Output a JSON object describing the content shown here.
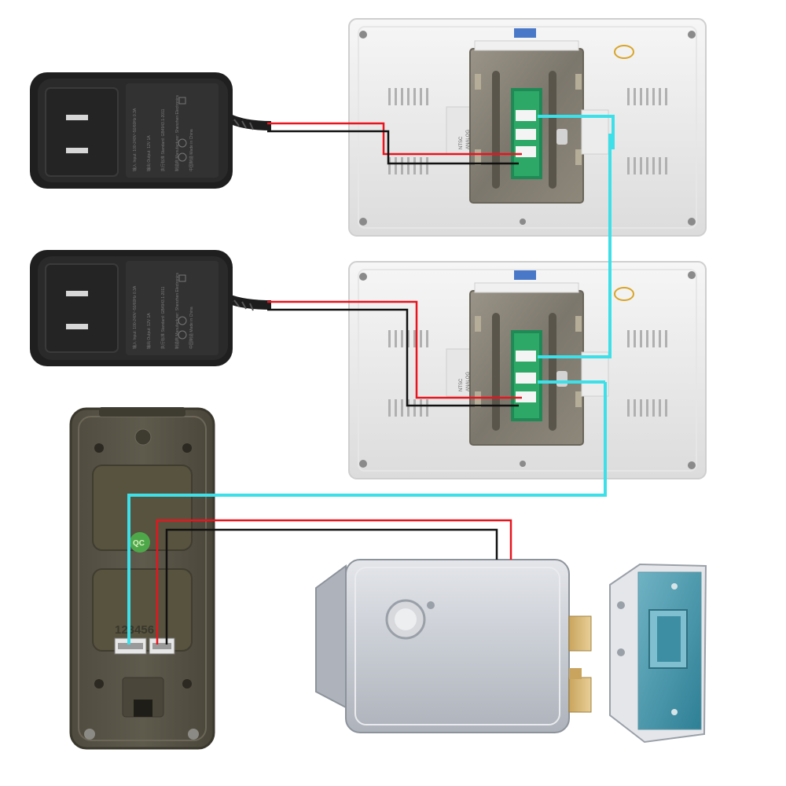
{
  "adapter_label": {
    "line1": "输入 Input: 100-240V~50/60Hz 0.3A",
    "line2": "输出 Output: 12V 1A",
    "line3": "执行标准 Standard: GB4943.1-2011",
    "line4": "制造商 Manufacturer: Shenzhen Electronics",
    "line5": "中国制造 Made in China"
  },
  "doorbell": {
    "qc_text": "QC",
    "terminal_number": "123456"
  },
  "monitor": {
    "label_line1": "NTSC",
    "label_line2": "ANALOG"
  },
  "wire_colors": {
    "signal": "#3de0e8",
    "positive": "#e8141e",
    "ground": "#111111"
  }
}
